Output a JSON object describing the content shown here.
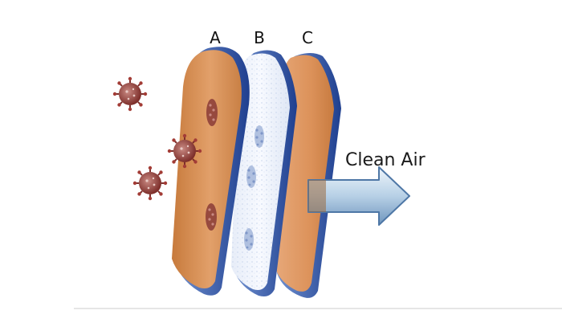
{
  "layers": [
    {
      "letter": "A",
      "material": "orange-filter"
    },
    {
      "letter": "B",
      "material": "white-fibrous-filter"
    },
    {
      "letter": "C",
      "material": "orange-filter"
    }
  ],
  "arrow": {
    "label": "Clean Air"
  },
  "colors": {
    "orange": "#d8904f",
    "orange_dark": "#b96a33",
    "white_layer": "#eef2fb",
    "edge_blue": "#2e4fa0",
    "virus": "#8a3b37",
    "arrow_light": "#d7e7f4",
    "arrow_dark": "#5a84b0"
  },
  "icons": [
    "virus-icon",
    "arrow-right-icon"
  ]
}
